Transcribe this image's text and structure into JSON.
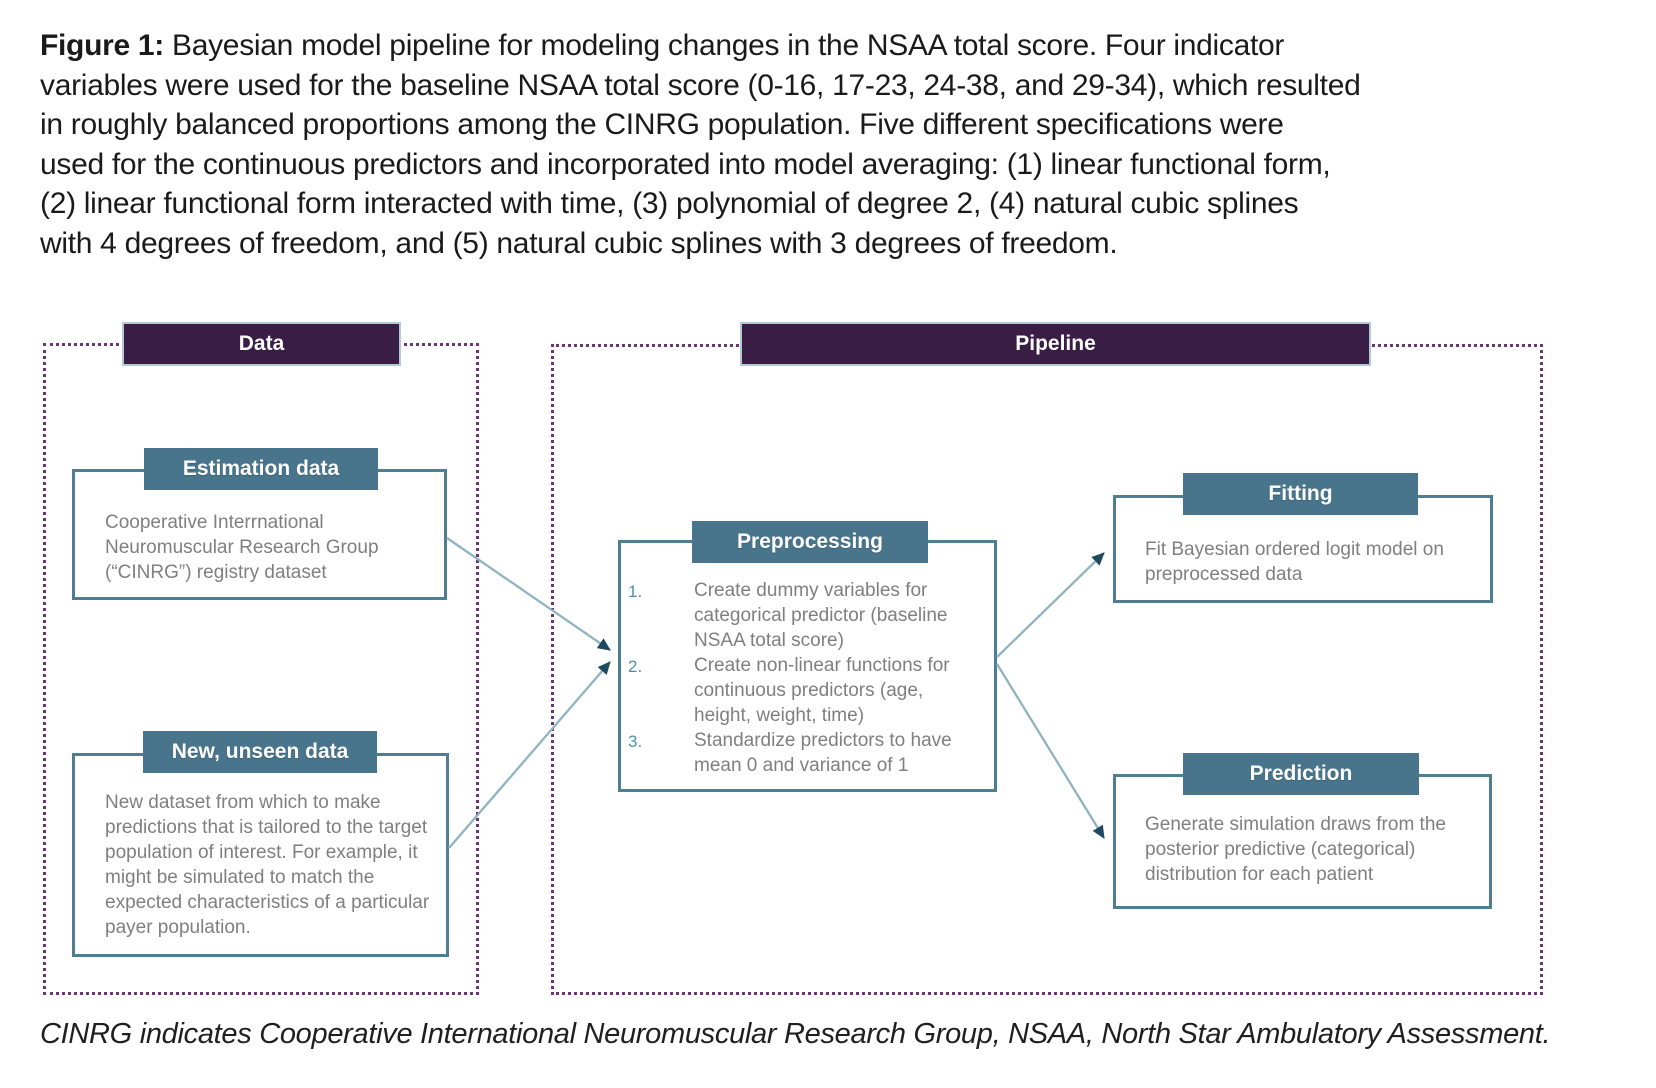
{
  "caption": {
    "label": "Figure 1: ",
    "lines": "Bayesian model pipeline for modeling changes in the NSAA total score. Four indicator\nvariables were used for the baseline NSAA total score (0-16, 17-23, 24-38, and 29-34), which resulted\nin roughly balanced proportions among the CINRG population. Five different specifications were\nused for the continuous predictors and incorporated into model averaging: (1) linear functional form,\n(2) linear functional form interacted with time, (3) polynomial of degree 2, (4) natural cubic splines\nwith 4 degrees of freedom, and (5) natural cubic splines with 3 degrees of freedom."
  },
  "diagram": {
    "data_section": {
      "title": "Data",
      "estimation": {
        "title": "Estimation data",
        "body": "Cooperative Interrnational Neuromuscular Research Group (“CINRG”) registry dataset"
      },
      "new_unseen": {
        "title": "New, unseen data",
        "body": "New dataset from which to make predictions that is tailored to the target population of interest. For example, it might be simulated to match the expected characteristics of a particular payer population."
      }
    },
    "pipeline_section": {
      "title": "Pipeline",
      "preprocessing": {
        "title": "Preprocessing",
        "steps": [
          {
            "num": "1.",
            "text": "Create dummy variables for categorical predictor (baseline NSAA total score)"
          },
          {
            "num": "2.",
            "text": "Create non-linear functions for continuous predictors (age, height, weight, time)"
          },
          {
            "num": "3.",
            "text": "Standardize predictors to have mean 0 and variance of 1"
          }
        ]
      },
      "fitting": {
        "title": "Fitting",
        "body": "Fit Bayesian ordered logit model on preprocessed data"
      },
      "prediction": {
        "title": "Prediction",
        "body": "Generate simulation draws from the posterior predictive (categorical) distribution for each patient"
      }
    }
  },
  "footnote": "CINRG indicates Cooperative International Neuromuscular Research Group, NSAA, North Star Ambulatory Assessment.",
  "colors": {
    "header-purple": "#3a1d44",
    "header-purple-border": "#b3c9d6",
    "tab-teal": "#48758c",
    "box-border-teal": "#4e7e90",
    "dashed-purple": "#6a3572",
    "body-gray": "#7f7f7f",
    "step-number-teal": "#4c93a4",
    "arrow-line": "#8fb3c1",
    "arrow-head": "#1d4a5e",
    "text-dark": "#1a1a1a"
  }
}
